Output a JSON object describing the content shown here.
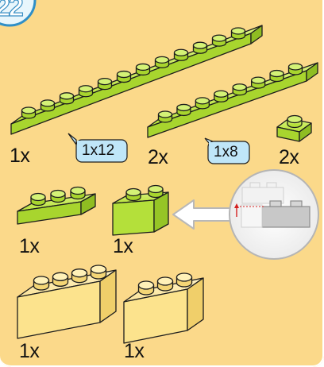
{
  "step": {
    "number": "22"
  },
  "parts": [
    {
      "id": "plate-1x12",
      "quantity": "1x",
      "size_label": "1x12"
    },
    {
      "id": "plate-1x8",
      "quantity": "2x",
      "size_label": "1x8"
    },
    {
      "id": "plate-1x1",
      "quantity": "2x"
    },
    {
      "id": "plate-1x3",
      "quantity": "1x"
    },
    {
      "id": "brick-1x2-green",
      "quantity": "1x"
    },
    {
      "id": "brick-1x4-yellow",
      "quantity": "1x"
    },
    {
      "id": "brick-1x3-yellow",
      "quantity": "1x"
    }
  ],
  "colors": {
    "background": "#fbd98a",
    "lime_plate": "#b6e23a",
    "tan_brick": "#fce38d",
    "size_tag": "#bfe6f8",
    "step_badge": "#2f8fc7"
  }
}
